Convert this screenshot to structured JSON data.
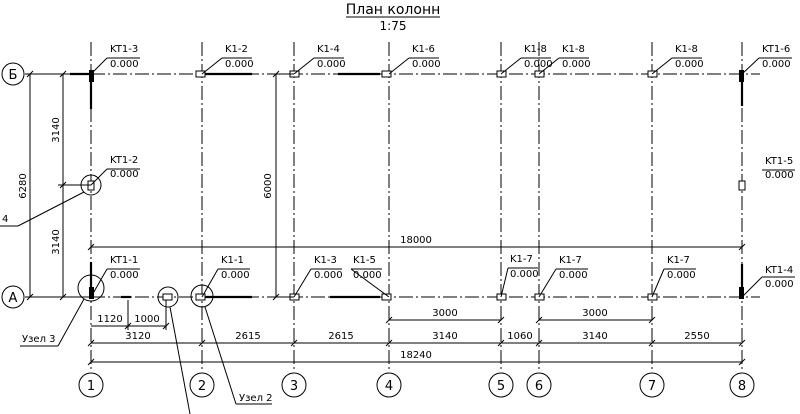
{
  "title": "План колонн",
  "scale": "1:75",
  "grid_rows": [
    {
      "id": "row-b",
      "label": "Б"
    },
    {
      "id": "row-a",
      "label": "А"
    }
  ],
  "grid_cols": [
    "1",
    "2",
    "3",
    "4",
    "5",
    "6",
    "7",
    "8"
  ],
  "marks": [
    {
      "name": "KT1-3",
      "elev": "0.000"
    },
    {
      "name": "K1-2",
      "elev": "0.000"
    },
    {
      "name": "K1-4",
      "elev": "0.000"
    },
    {
      "name": "K1-6",
      "elev": "0.000"
    },
    {
      "name": "K1-8",
      "elev": "0.000"
    },
    {
      "name": "K1-8",
      "elev": "0.000"
    },
    {
      "name": "K1-8",
      "elev": "0.000"
    },
    {
      "name": "KT1-6",
      "elev": "0.000"
    },
    {
      "name": "KT1-2",
      "elev": "0.000"
    },
    {
      "name": "KT1-5",
      "elev": "0.000"
    },
    {
      "name": "KT1-1",
      "elev": "0.000"
    },
    {
      "name": "K1-1",
      "elev": "0.000"
    },
    {
      "name": "K1-3",
      "elev": "0.000"
    },
    {
      "name": "K1-5",
      "elev": "0.000"
    },
    {
      "name": "K1-7",
      "elev": "0.000"
    },
    {
      "name": "K1-7",
      "elev": "0.000"
    },
    {
      "name": "K1-7",
      "elev": "0.000"
    },
    {
      "name": "KT1-4",
      "elev": "0.000"
    }
  ],
  "dims": {
    "d3140a": "3140",
    "d3140b": "3140",
    "d6280": "6280",
    "d6000": "6000",
    "d18000": "18000",
    "d3000a": "3000",
    "d3000b": "3000",
    "d1120": "1120",
    "d1000": "1000",
    "bottom": [
      "3120",
      "2615",
      "2615",
      "3140",
      "1060",
      "3140",
      "2550"
    ],
    "total": "18240"
  },
  "callouts": {
    "node3": "Узел 3",
    "node2": "Узел 2",
    "node4": "4"
  }
}
